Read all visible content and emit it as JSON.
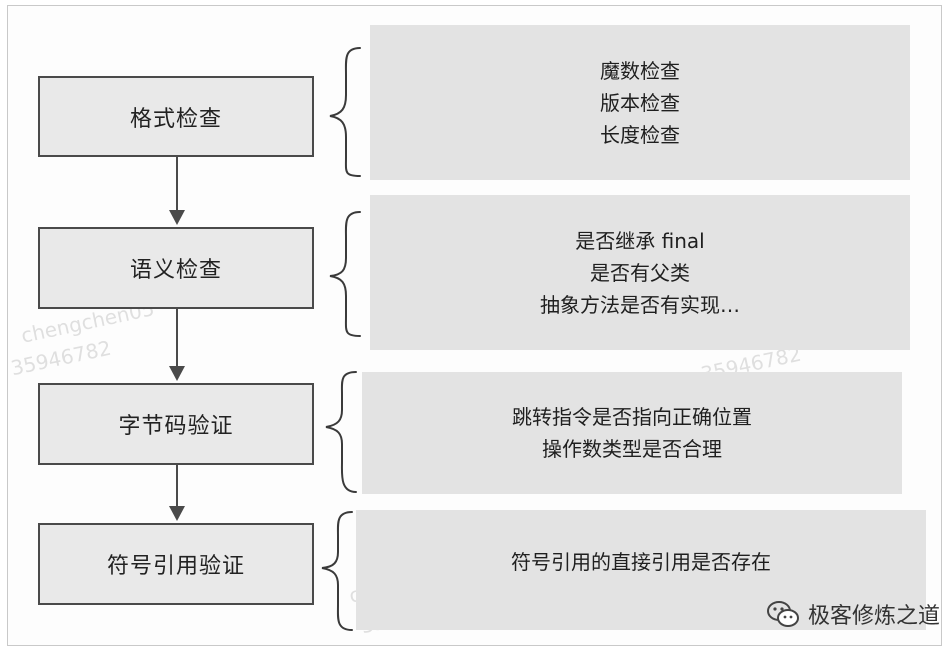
{
  "stages": [
    {
      "label": "格式检查",
      "details": [
        "魔数检查",
        "版本检查",
        "长度检查"
      ]
    },
    {
      "label": "语义检查",
      "details": [
        "是否继承 final",
        "是否有父类",
        "抽象方法是否有实现…"
      ]
    },
    {
      "label": "字节码验证",
      "details": [
        "跳转指令是否指向正确位置",
        "操作数类型是否合理"
      ]
    },
    {
      "label": "符号引用验证",
      "details": [
        "符号引用的直接引用是否存在"
      ]
    }
  ],
  "watermark": {
    "texts": [
      "chengchen05",
      "35946782"
    ]
  },
  "brand": {
    "name": "极客修炼之道",
    "icon": "wechat-icon"
  },
  "colors": {
    "box_fill": "#e9e9e9",
    "detail_fill": "#e3e3e3",
    "stroke": "#4a4a4a"
  }
}
